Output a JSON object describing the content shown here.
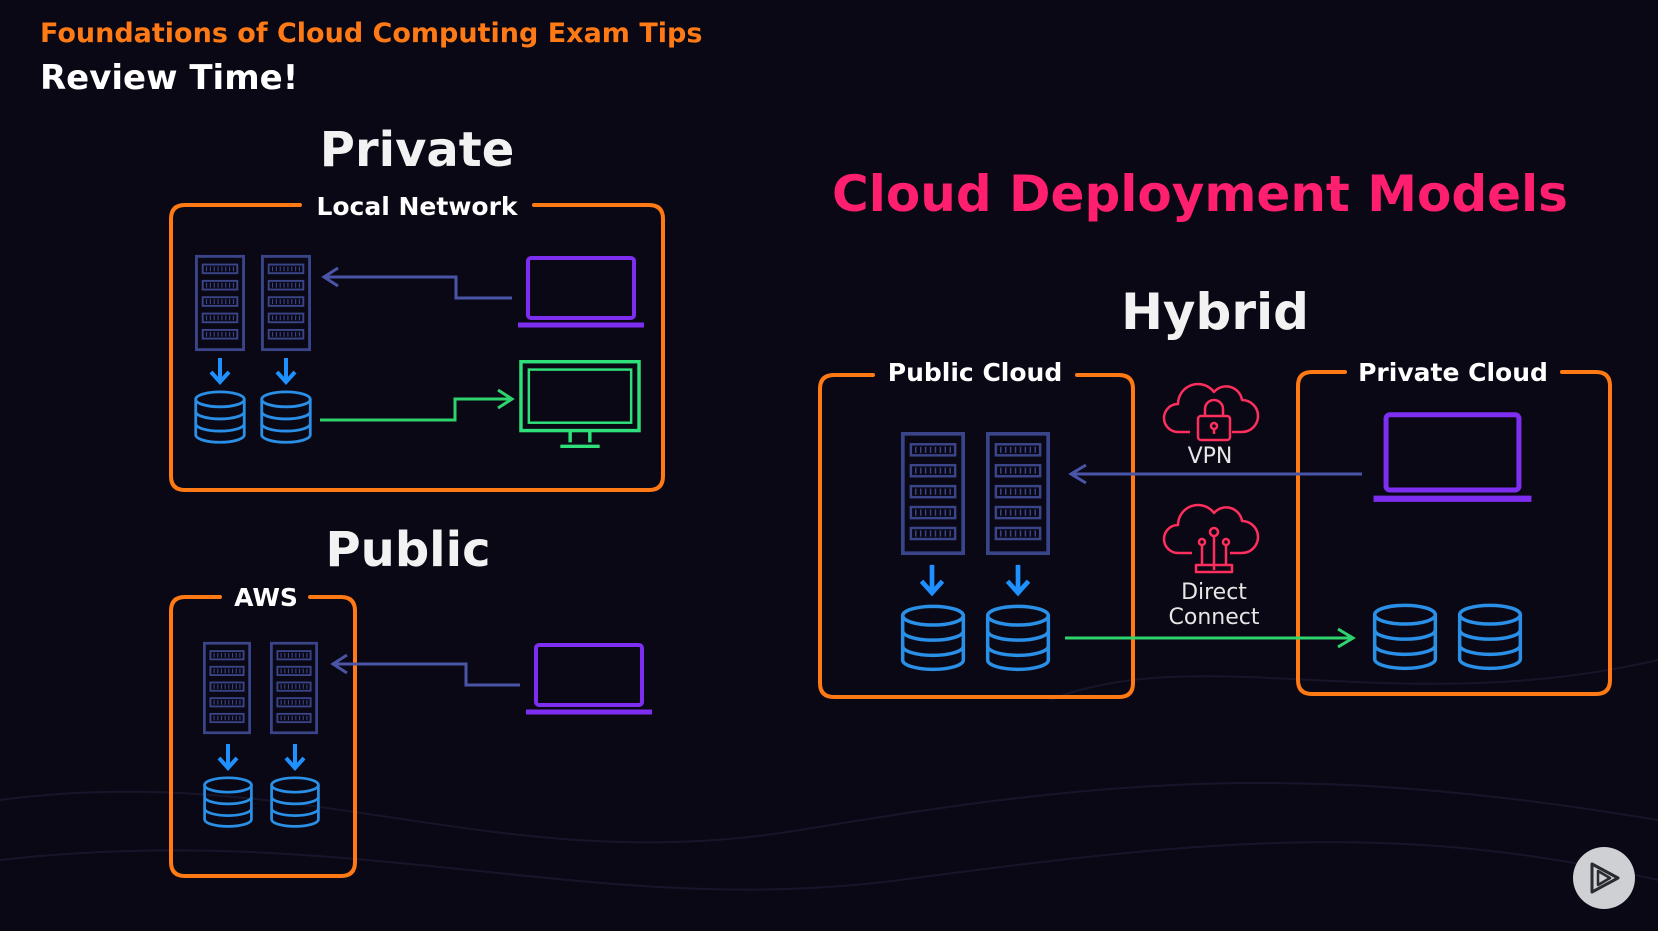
{
  "course_title": "Foundations of Cloud Computing Exam Tips",
  "slide_title": "Review Time!",
  "heading": "Cloud Deployment Models",
  "colors": {
    "background": "#0a0814",
    "orange": "#ff7a14",
    "pink": "#ff1f6e",
    "server": "#3a4488",
    "database": "#2a8fe6",
    "laptop": "#7d2ef0",
    "monitor": "#2fe07a",
    "arrow_blue": "#4a55a8",
    "arrow_green": "#2fd36e"
  },
  "private": {
    "title": "Private",
    "box_label": "Local Network"
  },
  "public": {
    "title": "Public",
    "box_label": "AWS"
  },
  "hybrid": {
    "title": "Hybrid",
    "public_label": "Public Cloud",
    "private_label": "Private Cloud",
    "vpn_label": "VPN",
    "direct_connect_label": "Direct Connect",
    "icons": [
      "cloud-lock-icon",
      "cloud-network-icon"
    ]
  },
  "player": {
    "icon": "play-icon"
  }
}
